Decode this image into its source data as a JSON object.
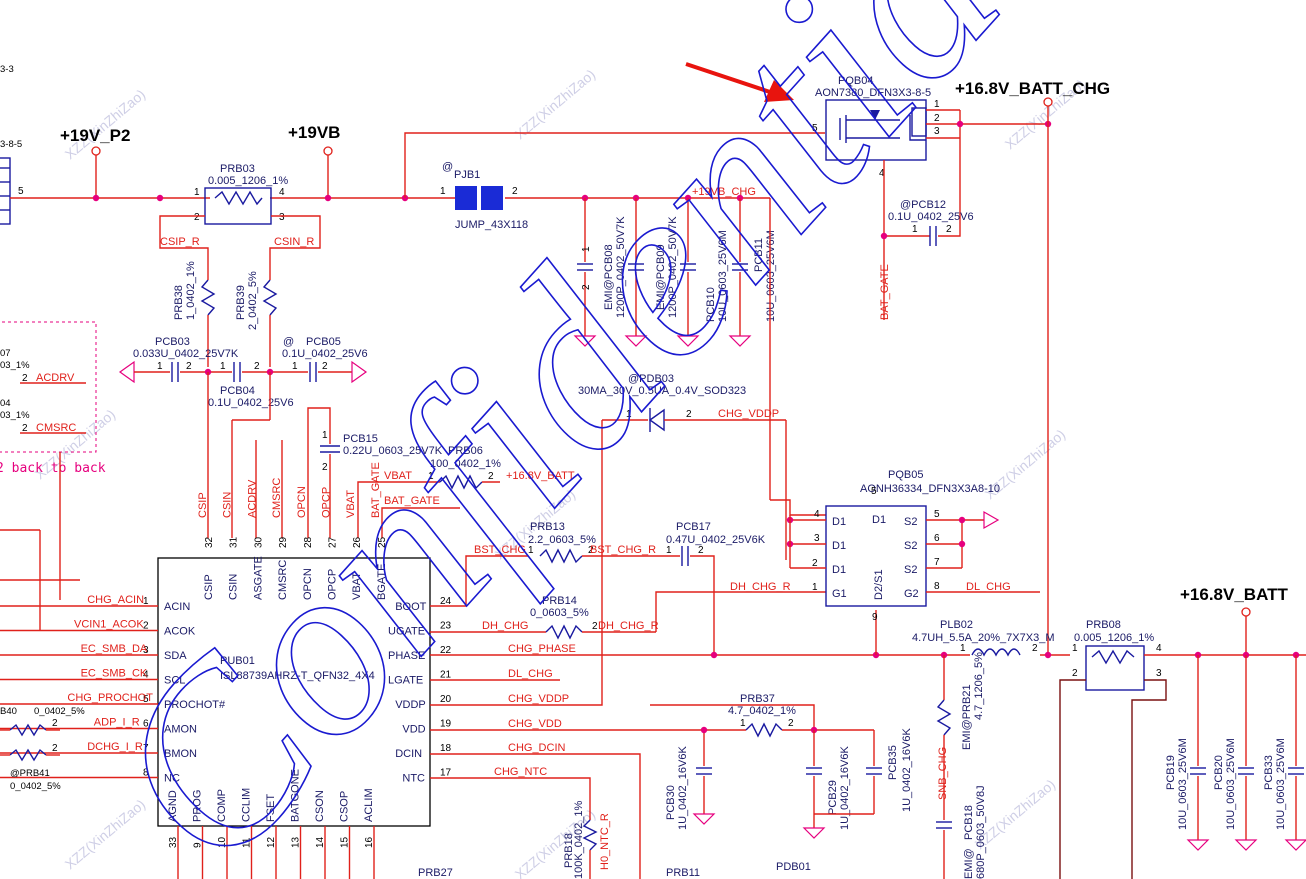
{
  "rails": {
    "p19v_p2": "+19V_P2",
    "p19vb": "+19VB",
    "batt_chg": "+16.8V_BATT_CHG",
    "batt": "+16.8V_BATT"
  },
  "parts": {
    "prb03": {
      "ref": "PRB03",
      "value": "0.005_1206_1%"
    },
    "pjb1": {
      "ref": "PJB1",
      "value": "JUMP_43X118",
      "prefix": "@"
    },
    "pqb04": {
      "ref": "PQB04",
      "value": "AON7380_DFN3X3-8-5"
    },
    "pcb12": {
      "ref": "@PCB12",
      "value": "0.1U_0402_25V6"
    },
    "pcb08": {
      "ref": "EMI@PCB08",
      "value": "1200P_0402_50V7K"
    },
    "pcb09": {
      "ref": "EMI@PCB09",
      "value": "1200P_0402_50V7K"
    },
    "pcb10": {
      "ref": "PCB10",
      "value": "10U_0603_25V6M"
    },
    "pcb11": {
      "ref": "PCB11",
      "value": "10U_0603_25V6M"
    },
    "prb38": {
      "ref": "PRB38",
      "value": "1_0402_1%"
    },
    "prb39": {
      "ref": "PRB39",
      "value": "2_0402_5%"
    },
    "pcb03": {
      "ref": "PCB03",
      "value": "0.033U_0402_25V7K"
    },
    "pcb05": {
      "ref": "PCB05",
      "value": "0.1U_0402_25V6",
      "prefix": "@"
    },
    "pcb04": {
      "ref": "PCB04",
      "value": "0.1U_0402_25V6"
    },
    "pdb03": {
      "ref": "@PDB03",
      "value": "30MA_30V_0.5UA_0.4V_SOD323"
    },
    "pcb15": {
      "ref": "PCB15",
      "value": "0.22U_0603_25V7K"
    },
    "prb06": {
      "ref": "PRB06",
      "value": "100_0402_1%"
    },
    "pqb05": {
      "ref": "PQB05",
      "value": "AONH36334_DFN3X3A8-10"
    },
    "prb13": {
      "ref": "PRB13",
      "value": "2.2_0603_5%"
    },
    "pcb17": {
      "ref": "PCB17",
      "value": "0.47U_0402_25V6K"
    },
    "prb14": {
      "ref": "PRB14",
      "value": "0_0603_5%"
    },
    "plb02": {
      "ref": "PLB02",
      "value": "4.7UH_5.5A_20%_7X7X3_M"
    },
    "prb08": {
      "ref": "PRB08",
      "value": "0.005_1206_1%"
    },
    "prb37": {
      "ref": "PRB37",
      "value": "4.7_0402_1%"
    },
    "pcb30": {
      "ref": "PCB30",
      "value": "1U_0402_16V6K"
    },
    "pcb29": {
      "ref": "PCB29",
      "value": "1U_0402_16V6K"
    },
    "pcb35": {
      "ref": "PCB35",
      "value": "1U_0402_16V6K"
    },
    "prb21": {
      "ref": "EMI@PRB21",
      "value": "4.7_1206_5%"
    },
    "pcb18": {
      "ref": "PCB18",
      "value": "EMI@",
      "value2": "680P_0603_50V8J"
    },
    "pcb19": {
      "ref": "PCB19",
      "value": "10U_0603_25V6M"
    },
    "pcb20": {
      "ref": "PCB20",
      "value": "10U_0603_25V6M"
    },
    "pcb33": {
      "ref": "PCB33",
      "value": "10U_0603_25V6M"
    },
    "prb18": {
      "ref": "PRB18",
      "value": "100K_0402_1%",
      "value2": "H0_NTC_R"
    },
    "prb27": {
      "ref": "PRB27"
    },
    "prb11": {
      "ref": "PRB11"
    },
    "pdb01": {
      "ref": "PDB01"
    },
    "prb40": {
      "ref": "B40",
      "value": "0_0402_5%"
    },
    "prb41": {
      "ref": "@PRB41",
      "value": "0_0402_5%"
    },
    "left_top1": "3-3",
    "left_top2": "3-8-5",
    "left_07": "07",
    "left_03a": "03_1%",
    "left_04": "04",
    "left_03b": "03_1%"
  },
  "ic": {
    "ref": "PUB01",
    "value": "ISL88739AHRZ-T_QFN32_4X4",
    "left_pins": [
      {
        "num": "1",
        "name": "ACIN",
        "net": "CHG_ACIN"
      },
      {
        "num": "2",
        "name": "ACOK",
        "net": "VCIN1_ACOK"
      },
      {
        "num": "3",
        "name": "SDA",
        "net": "EC_SMB_DA"
      },
      {
        "num": "4",
        "name": "SCL",
        "net": "EC_SMB_CK"
      },
      {
        "num": "5",
        "name": "PROCHOT#",
        "net": "CHG_PROCHOT"
      },
      {
        "num": "6",
        "name": "AMON",
        "net": "ADP_I_R"
      },
      {
        "num": "7",
        "name": "BMON",
        "net": "DCHG_I_R"
      },
      {
        "num": "8",
        "name": "NC",
        "net": ""
      }
    ],
    "right_pins": [
      {
        "num": "24",
        "name": "BOOT",
        "net": "BST_CHG"
      },
      {
        "num": "23",
        "name": "UGATE",
        "net": "DH_CHG"
      },
      {
        "num": "22",
        "name": "PHASE",
        "net": "CHG_PHASE"
      },
      {
        "num": "21",
        "name": "LGATE",
        "net": "DL_CHG"
      },
      {
        "num": "20",
        "name": "VDDP",
        "net": "CHG_VDDP"
      },
      {
        "num": "19",
        "name": "VDD",
        "net": "CHG_VDD"
      },
      {
        "num": "18",
        "name": "DCIN",
        "net": "CHG_DCIN"
      },
      {
        "num": "17",
        "name": "NTC",
        "net": "CHG_NTC"
      }
    ],
    "top_pins": [
      {
        "num": "32",
        "name": "CSIP",
        "net": "CSIP"
      },
      {
        "num": "31",
        "name": "CSIN",
        "net": "CSIN"
      },
      {
        "num": "30",
        "name": "ASGATE",
        "net": "ACDRV"
      },
      {
        "num": "29",
        "name": "CMSRC",
        "net": "CMSRC"
      },
      {
        "num": "28",
        "name": "OPCN",
        "net": "OPCN"
      },
      {
        "num": "27",
        "name": "OPCP",
        "net": "OPCP"
      },
      {
        "num": "26",
        "name": "VBAT",
        "net": "VBAT"
      },
      {
        "num": "25",
        "name": "BGATE",
        "net": "BAT_GATE"
      }
    ],
    "bottom_pins": [
      {
        "num": "33",
        "name": "AGND"
      },
      {
        "num": "9",
        "name": "PROG"
      },
      {
        "num": "10",
        "name": "COMP"
      },
      {
        "num": "11",
        "name": "CCLIM"
      },
      {
        "num": "12",
        "name": "FSET"
      },
      {
        "num": "13",
        "name": "BATGONE"
      },
      {
        "num": "14",
        "name": "CSON"
      },
      {
        "num": "15",
        "name": "CSOP"
      },
      {
        "num": "16",
        "name": "ACLIM"
      }
    ]
  },
  "mosfet": {
    "pins_left": [
      "D1",
      "D1",
      "D1",
      "G1"
    ],
    "pins_right": [
      "S2",
      "S2",
      "S2",
      "G2"
    ],
    "mid_top": "D1",
    "mid_bottom": "D2/S1"
  },
  "nets": {
    "csip_r": "CSIP_R",
    "csin_r": "CSIN_R",
    "vb19_chg": "+19VB_CHG",
    "bat_gate": "BAT_GATE",
    "chg_vddp": "CHG_VDDP",
    "vbat": "VBAT",
    "batt_chg_16": "+16.8V_BATT",
    "bat_gate2": "BAT_GATE",
    "bst_chg": "BST_CHG",
    "bst_chg_r": "BST_CHG_R",
    "dh_chg_r": "DH_CHG_R",
    "dh_chg_r2": "DH_CHG_R",
    "dl_chg": "DL_CHG",
    "snb_chg": "SNB_CHG",
    "acdrv": "ACDRV",
    "cmsrc": "CMSRC"
  },
  "annotations": {
    "back_to_back": "2 back to back",
    "confidential": "Confidential",
    "watermark": "XZZ(XinZhiZao)",
    "at_sign": "@"
  },
  "colors": {
    "wire": "#e0211b",
    "junction": "#e6007e",
    "part": "#1a1aa0",
    "arrow": "#e8140e"
  }
}
